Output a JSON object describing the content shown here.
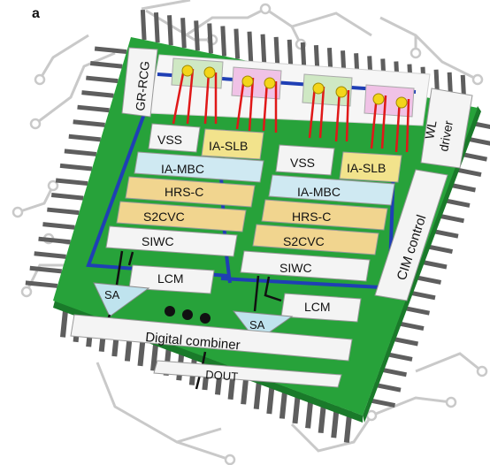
{
  "panel_label": "a",
  "colors": {
    "board": "#27a23a",
    "board_edge": "#1a7a2a",
    "pin": "#5e5e5e",
    "trace": "#c9c9c9",
    "block_white": "#f4f4f4",
    "block_blue": "#cfe9f2",
    "block_yellow": "#f2e38c",
    "block_orange": "#f1d58f",
    "wire_blue": "#1f3fb5",
    "wire_red": "#e01818",
    "cell_green": "#cfe8c4",
    "cell_pink": "#f0c2e6",
    "node_yellow": "#f3d51a"
  },
  "blocks": {
    "gr_rcg": "GR-RCG",
    "wl_driver_line1": "WL",
    "wl_driver_line2": "driver",
    "cim_control": "CIM control",
    "left": {
      "vss": "VSS",
      "ia_slb": "IA-SLB",
      "ia_mbc": "IA-MBC",
      "hrs_c": "HRS-C",
      "s2cvc": "S2CVC",
      "siwc": "SIWC",
      "lcm": "LCM",
      "sa": "SA"
    },
    "right": {
      "vss": "VSS",
      "ia_slb": "IA-SLB",
      "ia_mbc": "IA-MBC",
      "hrs_c": "HRS-C",
      "s2cvc": "S2CVC",
      "siwc": "SIWC",
      "lcm": "LCM",
      "sa": "SA"
    },
    "digital_combiner": "Digital combiner",
    "dout": "DOUT"
  }
}
